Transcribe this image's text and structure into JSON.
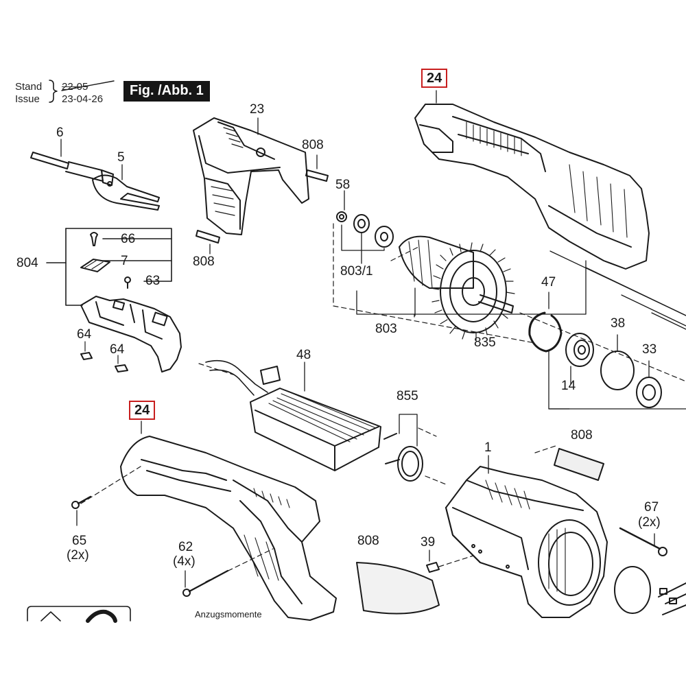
{
  "header": {
    "stand_label": "Stand",
    "issue_label": "Issue",
    "old_date": "22-05",
    "new_date": "23-04-26",
    "figure_title": "Fig. /Abb. 1"
  },
  "callouts": {
    "c6": "6",
    "c5": "5",
    "c23": "23",
    "c808_a": "808",
    "c808_b": "808",
    "c58": "58",
    "c24_top": "24",
    "c66": "66",
    "c7": "7",
    "c63": "63",
    "c804": "804",
    "c803_1": "803/1",
    "c47": "47",
    "c803": "803",
    "c835": "835",
    "c38": "38",
    "c33": "33",
    "c14": "14",
    "c64_a": "64",
    "c64_b": "64",
    "c48": "48",
    "c855": "855",
    "c24_bottom": "24",
    "c808_c": "808",
    "c1": "1",
    "c67": "67",
    "c67_qty": "(2x)",
    "c65": "65",
    "c65_qty": "(2x)",
    "c62": "62",
    "c62_qty": "(4x)",
    "c808_d": "808",
    "c39": "39"
  },
  "footer": {
    "torque_note": "Anzugsmomente"
  },
  "colors": {
    "line": "#1a1a1a",
    "highlight_box": "#c81e1e",
    "fig_bg": "#161616"
  }
}
